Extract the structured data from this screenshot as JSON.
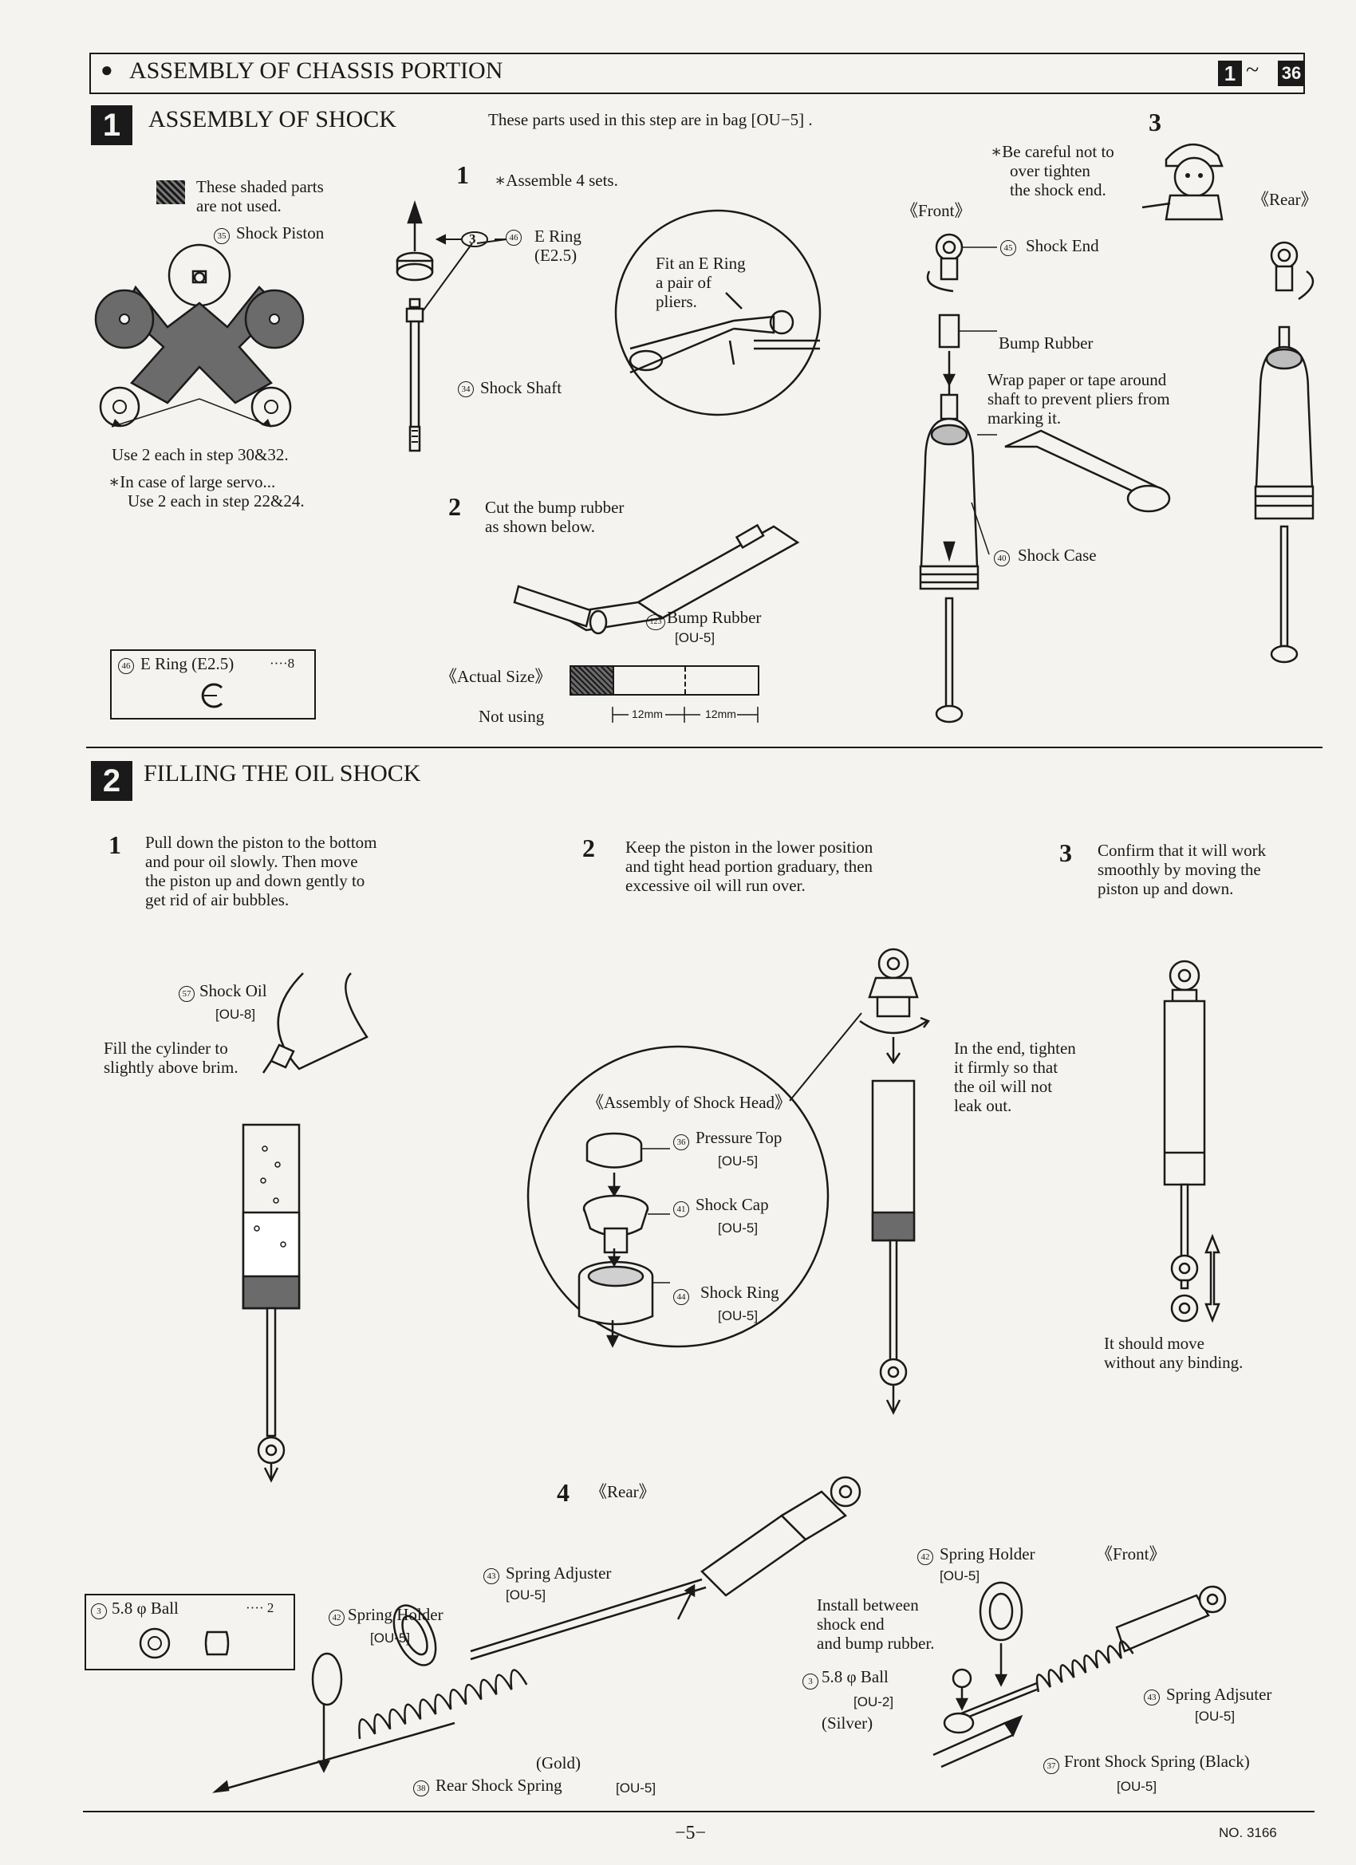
{
  "header": {
    "bullet": "●",
    "title": "ASSEMBLY OF CHASSIS PORTION",
    "range_start": "1",
    "range_sep": "~",
    "range_end": "36"
  },
  "section1": {
    "number": "1",
    "title": "ASSEMBLY OF SHOCK",
    "bag_note": "These parts used in this step are in bag [OU−5] .",
    "shaded_note_line1": "These shaded parts",
    "shaded_note_line2": "are not used.",
    "shock_piston_label": "Shock Piston",
    "use_note_line1": "Use 2 each in step 30&32.",
    "use_note_line2": "∗In case of large servo...",
    "use_note_line3": "Use 2 each in step 22&24.",
    "parts_box": {
      "label": "E Ring (E2.5)",
      "qty": "····8"
    },
    "step1": {
      "num": "1",
      "note": "∗Assemble 4 sets.",
      "e_ring_label": "E Ring",
      "e_ring_size": "(E2.5)",
      "shock_shaft_label": "Shock Shaft",
      "callout_line1": "Fit an E Ring",
      "callout_line2": "a pair of",
      "callout_line3": "pliers."
    },
    "step2": {
      "num": "2",
      "line1": "Cut the bump rubber",
      "line2": "as shown below.",
      "bump_rubber_label": "Bump Rubber",
      "bump_rubber_bag": "[OU-5]",
      "actual_size": "《Actual Size》",
      "not_using": "Not using",
      "dim1": "12mm",
      "dim2": "12mm"
    },
    "step3": {
      "num": "3",
      "warn_line1": "∗Be careful not to",
      "warn_line2": "over tighten",
      "warn_line3": "the shock end.",
      "front": "《Front》",
      "rear": "《Rear》",
      "shock_end_label": "Shock End",
      "bump_rubber_label": "Bump Rubber",
      "wrap_line1": "Wrap paper or tape around",
      "wrap_line2": "shaft to prevent pliers from",
      "wrap_line3": "marking it.",
      "shock_case_label": "Shock Case"
    }
  },
  "section2": {
    "number": "2",
    "title": "FILLING THE OIL SHOCK",
    "step1": {
      "num": "1",
      "line1": "Pull down the piston to the bottom",
      "line2": "and pour oil slowly. Then move",
      "line3": "the piston up and down gently to",
      "line4": "get rid of air bubbles.",
      "shock_oil_label": "Shock Oil",
      "shock_oil_bag": "[OU-8]",
      "fill_line1": "Fill the cylinder to",
      "fill_line2": "slightly above brim."
    },
    "step2": {
      "num": "2",
      "line1": "Keep the piston in the lower position",
      "line2": "and tight head portion graduary, then",
      "line3": "excessive oil will run over.",
      "head_title": "《Assembly of Shock Head》",
      "pressure_top_label": "Pressure Top",
      "pressure_top_bag": "[OU-5]",
      "shock_cap_label": "Shock Cap",
      "shock_cap_bag": "[OU-5]",
      "shock_ring_label": "Shock Ring",
      "shock_ring_bag": "[OU-5]",
      "tighten_line1": "In the end, tighten",
      "tighten_line2": "it firmly so that",
      "tighten_line3": "the oil will not",
      "tighten_line4": "leak out."
    },
    "step3": {
      "num": "3",
      "line1": "Confirm that it will work",
      "line2": "smoothly by moving the",
      "line3": "piston up and down.",
      "move_line1": "It should move",
      "move_line2": "without any binding."
    },
    "step4": {
      "num": "4",
      "rear": "《Rear》",
      "front": "《Front》",
      "spring_adjuster_label": "Spring Adjuster",
      "spring_adjuster_bag": "[OU-5]",
      "spring_holder_left_label": "Spring Holder",
      "spring_holder_left_bag": "[OU-5]",
      "rear_spring_color": "(Gold)",
      "rear_spring_label": "Rear Shock Spring",
      "rear_spring_bag": "[OU-5]",
      "spring_holder_right_label": "Spring Holder",
      "spring_holder_right_bag": "[OU-5]",
      "install_line1": "Install between",
      "install_line2": "shock end",
      "install_line3": "and bump rubber.",
      "ball_label": "5.8 φ Ball",
      "ball_bag": "[OU-2]",
      "ball_color": "(Silver)",
      "spring_adjsuter_label": "Spring Adjsuter",
      "spring_adjsuter_bag": "[OU-5]",
      "front_spring_label": "Front Shock Spring (Black)",
      "front_spring_bag": "[OU-5]"
    },
    "parts_box": {
      "label": "5.8 φ Ball",
      "qty": "···· 2"
    }
  },
  "footer": {
    "page": "−5−",
    "doc_no": "NO. 3166"
  },
  "part_numbers": {
    "shock_piston": "35",
    "e_ring": "46",
    "e_ring_in_step": "3",
    "shock_shaft": "34",
    "bump_rubber": "123",
    "shock_end": "45",
    "shock_case": "40",
    "shock_oil": "57",
    "pressure_top": "36",
    "shock_cap": "41",
    "shock_ring": "44",
    "spring_adjuster": "43",
    "spring_holder": "42",
    "rear_spring": "38",
    "ball": "3",
    "front_spring": "37"
  },
  "colors": {
    "ink": "#1a1a1a",
    "paper": "#f4f3ef",
    "shade": "#6b6b6b"
  }
}
